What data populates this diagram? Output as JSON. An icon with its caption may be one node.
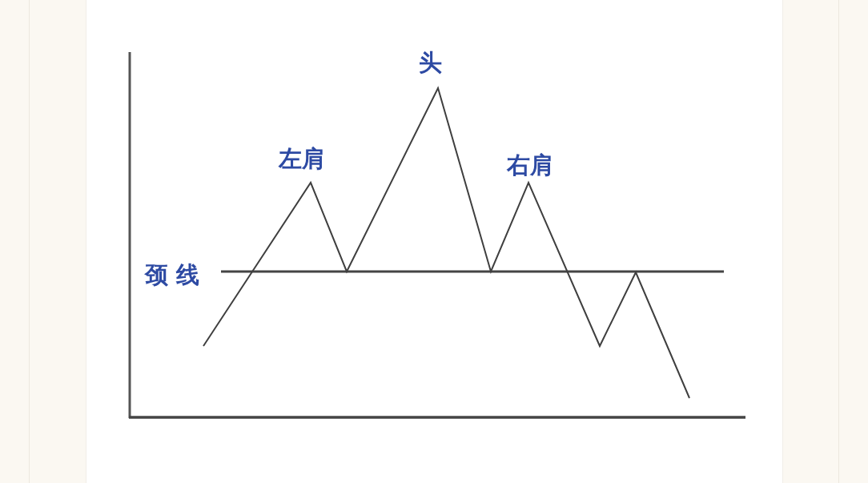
{
  "diagram": {
    "labels": [
      "头",
      "左肩",
      "右肩",
      "颈线"
    ]
  }
}
